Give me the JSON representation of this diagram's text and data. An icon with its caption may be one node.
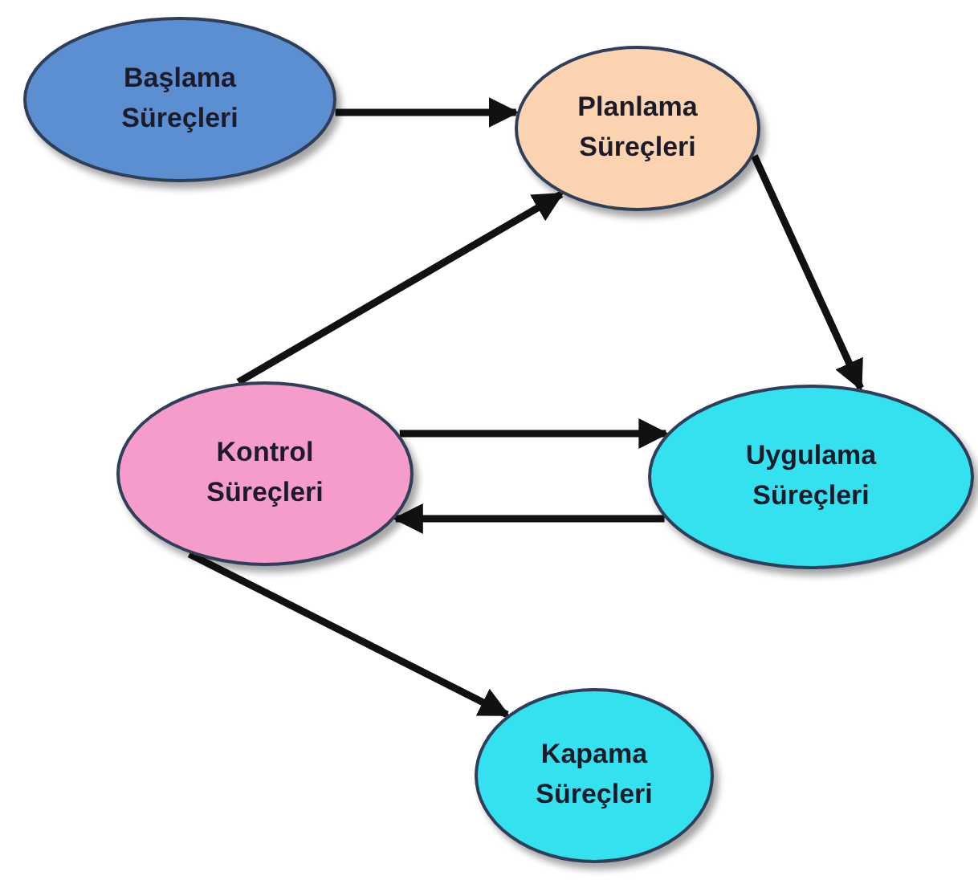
{
  "diagram": {
    "nodes": [
      {
        "text": [
          "Başlama Süreçleri"
        ]
      },
      {
        "text": [
          "Planlama Süreçleri"
        ]
      },
      {
        "text": [
          "Kontrol Süreçleri"
        ]
      },
      {
        "text": [
          "Uygulama Süreçleri"
        ]
      },
      {
        "text": [
          "Kapama Süreçleri"
        ]
      }
    ],
    "edges": [
      {
        "from": 0,
        "to": 1,
        "arrow": "to"
      },
      {
        "from": 2,
        "to": 1,
        "arrow": "to"
      },
      {
        "from": 1,
        "to": 3,
        "arrow": "to"
      },
      {
        "from": 2,
        "to": 3,
        "arrow": "to"
      },
      {
        "from": 3,
        "to": 2,
        "arrow": "to"
      },
      {
        "from": 2,
        "to": 4,
        "arrow": "to"
      }
    ]
  }
}
